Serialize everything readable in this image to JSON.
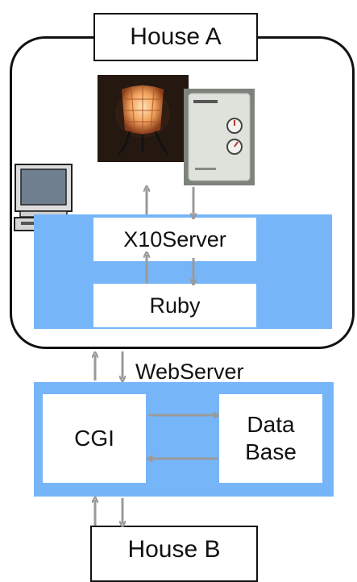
{
  "house_a": {
    "label": "House A"
  },
  "house_b": {
    "label": "House B"
  },
  "x10server": {
    "label": "X10Server"
  },
  "ruby": {
    "label": "Ruby"
  },
  "webserver": {
    "label": "WebServer"
  },
  "cgi": {
    "label": "CGI"
  },
  "database": {
    "label_line1": "Data",
    "label_line2": "Base"
  },
  "colors": {
    "panel_blue": "#77b5f9",
    "arrow_gray": "#9a9a9a",
    "outline": "#111111"
  },
  "icons": [
    "lamp-photo",
    "x10-controller-photo",
    "computer-icon"
  ]
}
